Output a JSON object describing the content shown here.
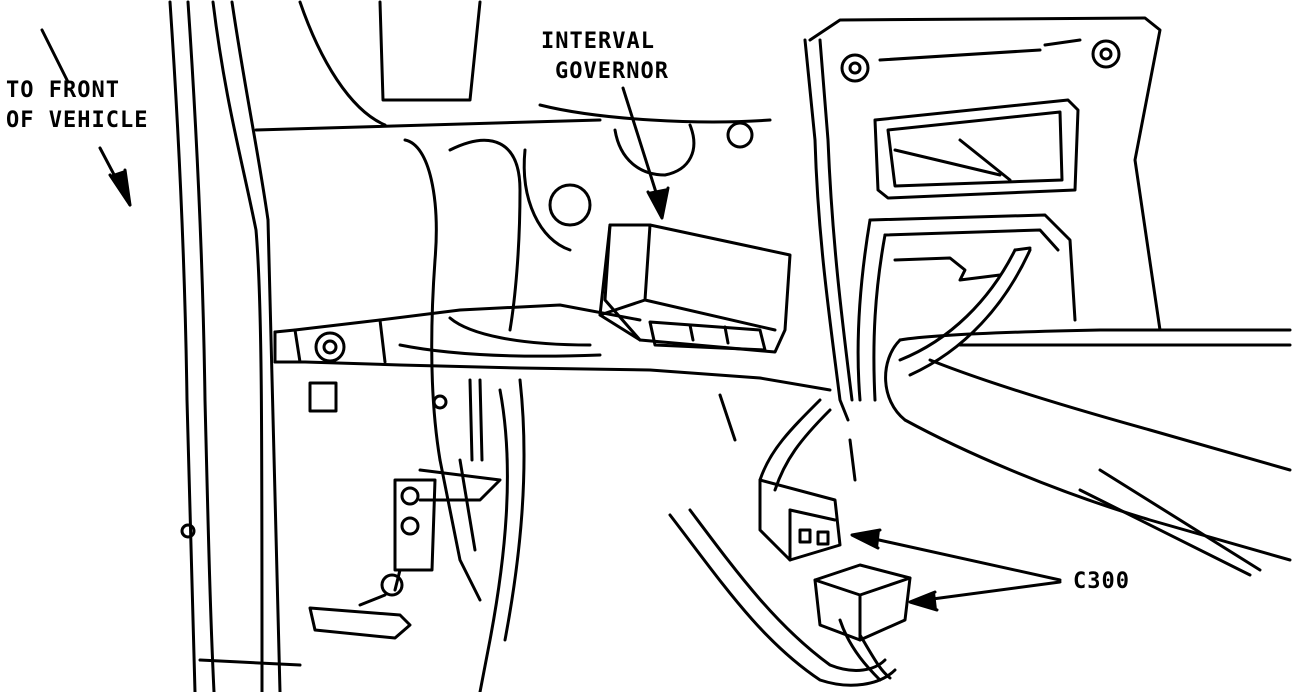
{
  "labels": {
    "front_line1": "TO FRONT",
    "front_line2": "OF VEHICLE",
    "governor_line1": "INTERVAL",
    "governor_line2": "GOVERNOR",
    "connector": "C300"
  },
  "colors": {
    "ink": "#000000",
    "paper": "#ffffff"
  }
}
